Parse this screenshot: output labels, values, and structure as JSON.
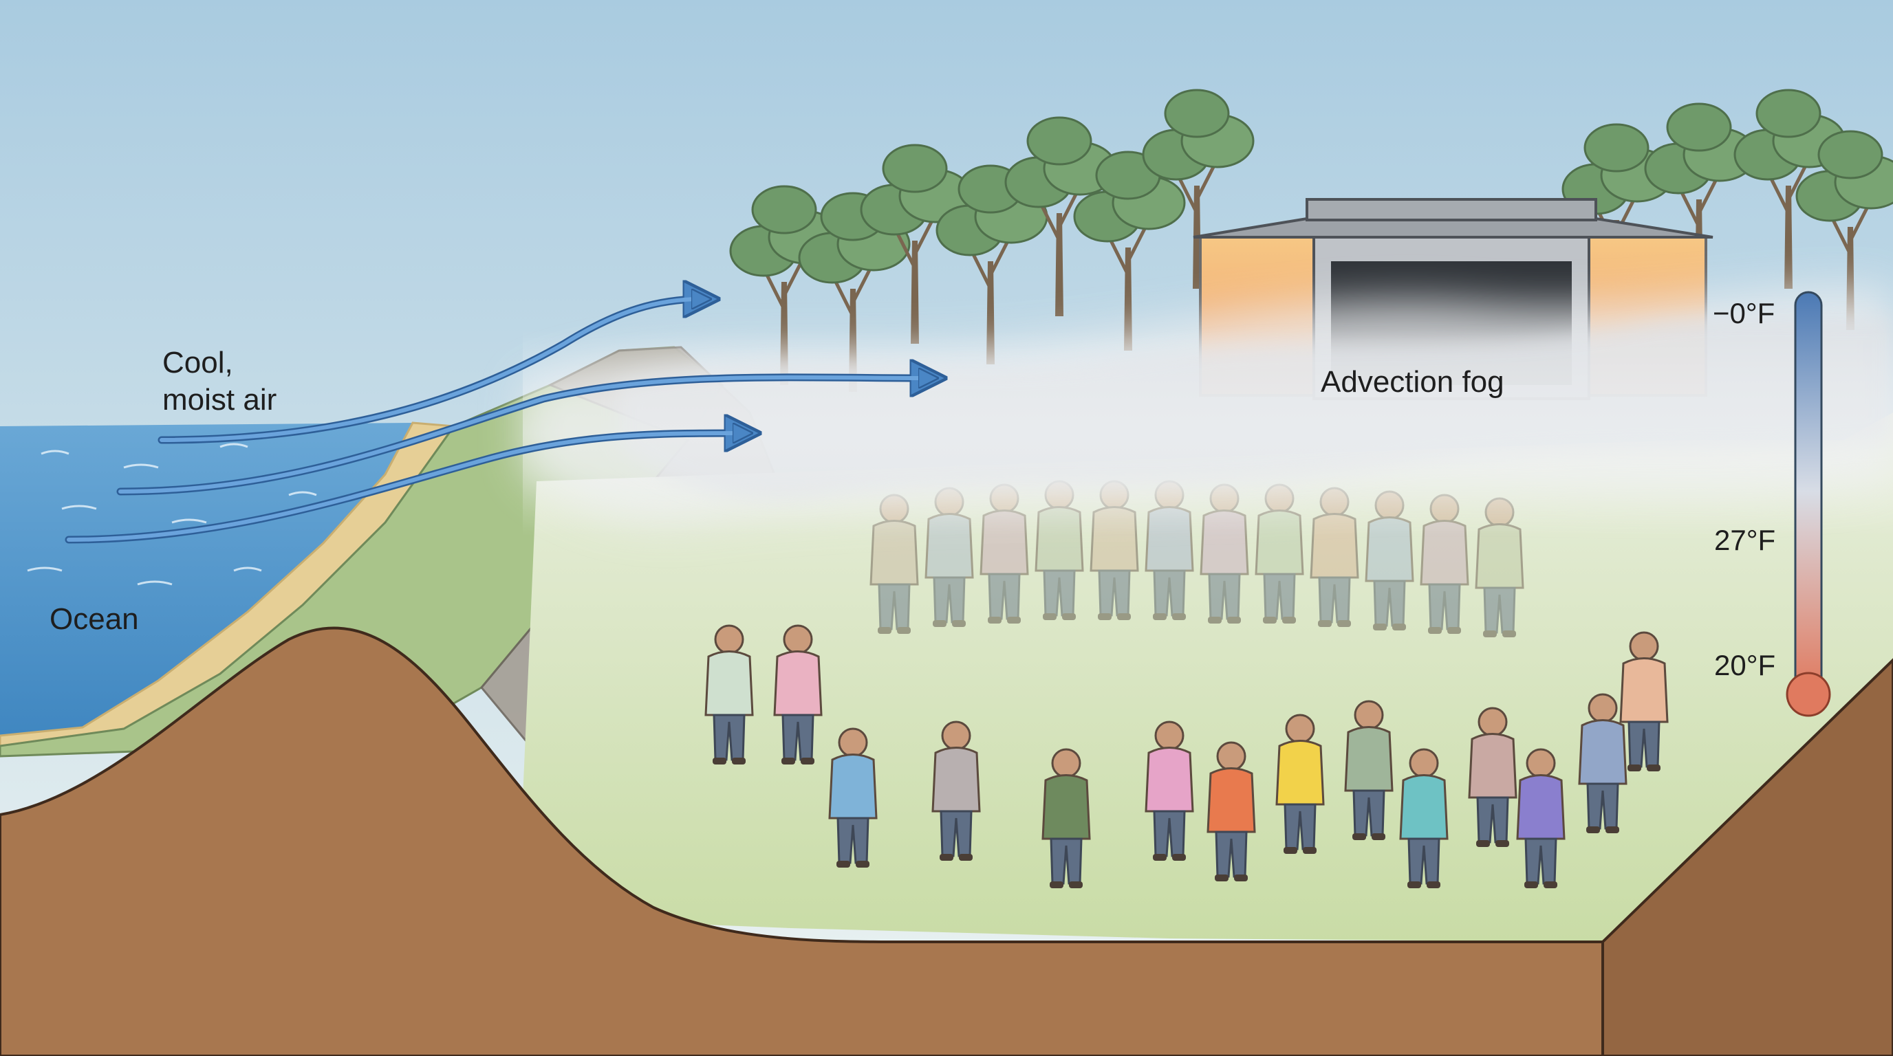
{
  "labels": {
    "air": [
      "Cool,",
      "moist air"
    ],
    "ocean": "Ocean",
    "fog": "Advection fog"
  },
  "thermometer": {
    "ticks": [
      "−0°F",
      "27°F",
      "20°F"
    ]
  },
  "colors": {
    "sky_top": "#a9cbe0",
    "sky_bottom": "#e9f2f2",
    "ocean": "#5a9ccf",
    "sand": "#e6cf96",
    "cliff": "#9c958c",
    "grass": "#dfe8c4",
    "ground_section": "#a8774f",
    "fog": "#e4e6ea",
    "arrow": "#4a86c5",
    "tree_canopy": "#6f9a6a",
    "thermo_cold": "#4b79b4",
    "thermo_hot": "#e07a5f"
  },
  "icons": [
    "wind-arrow-icon",
    "tree-icon",
    "stage-icon",
    "person-icon",
    "thermometer-icon"
  ]
}
